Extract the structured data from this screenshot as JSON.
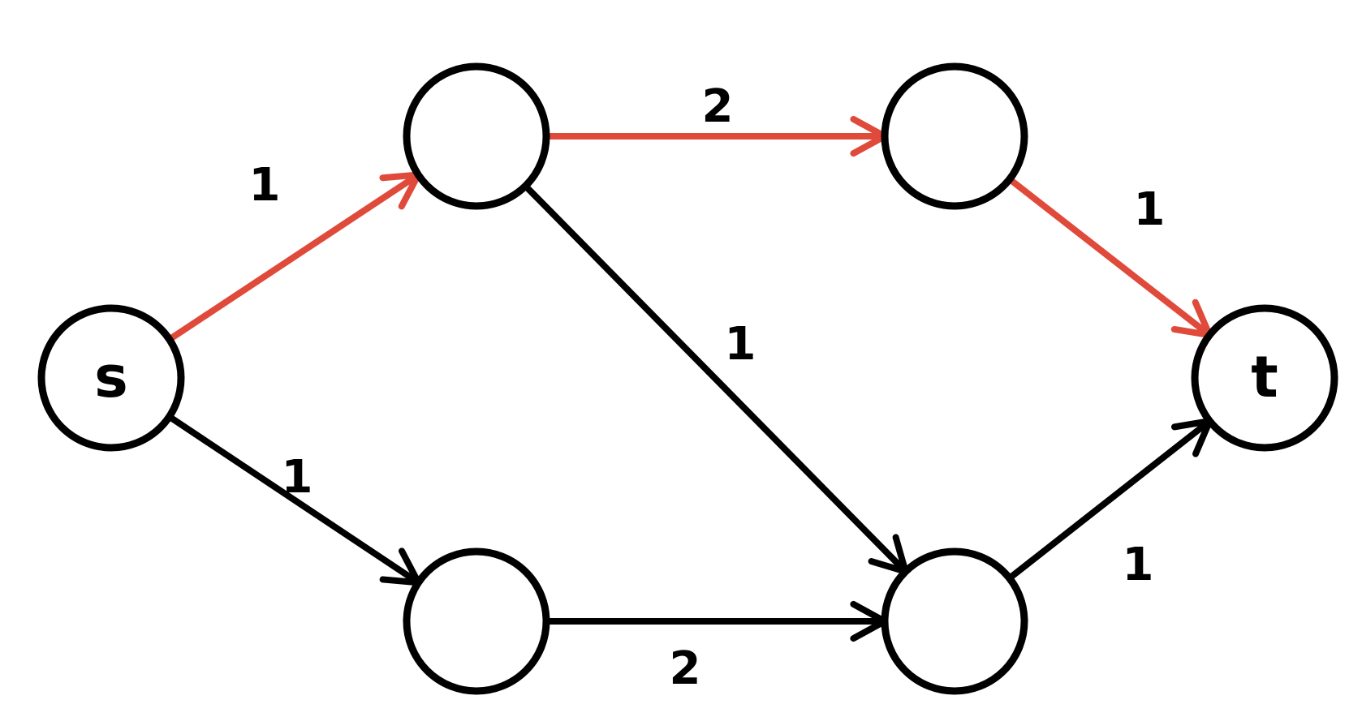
{
  "colors": {
    "highlight": "#E04A3A",
    "default": "#000000",
    "node_stroke": "#000000",
    "background": "#ffffff"
  },
  "nodes": [
    {
      "id": "s",
      "label": "s"
    },
    {
      "id": "a",
      "label": ""
    },
    {
      "id": "b",
      "label": ""
    },
    {
      "id": "c",
      "label": ""
    },
    {
      "id": "d",
      "label": ""
    },
    {
      "id": "t",
      "label": "t"
    }
  ],
  "edges": [
    {
      "id": "s-a",
      "from": "s",
      "to": "a",
      "weight": "1",
      "highlighted": true
    },
    {
      "id": "s-b",
      "from": "s",
      "to": "b",
      "weight": "1",
      "highlighted": false
    },
    {
      "id": "a-c",
      "from": "a",
      "to": "c",
      "weight": "2",
      "highlighted": true
    },
    {
      "id": "a-d",
      "from": "a",
      "to": "d",
      "weight": "1",
      "highlighted": false
    },
    {
      "id": "b-d",
      "from": "b",
      "to": "d",
      "weight": "2",
      "highlighted": false
    },
    {
      "id": "c-t",
      "from": "c",
      "to": "t",
      "weight": "1",
      "highlighted": true
    },
    {
      "id": "d-t",
      "from": "d",
      "to": "t",
      "weight": "1",
      "highlighted": false
    }
  ]
}
